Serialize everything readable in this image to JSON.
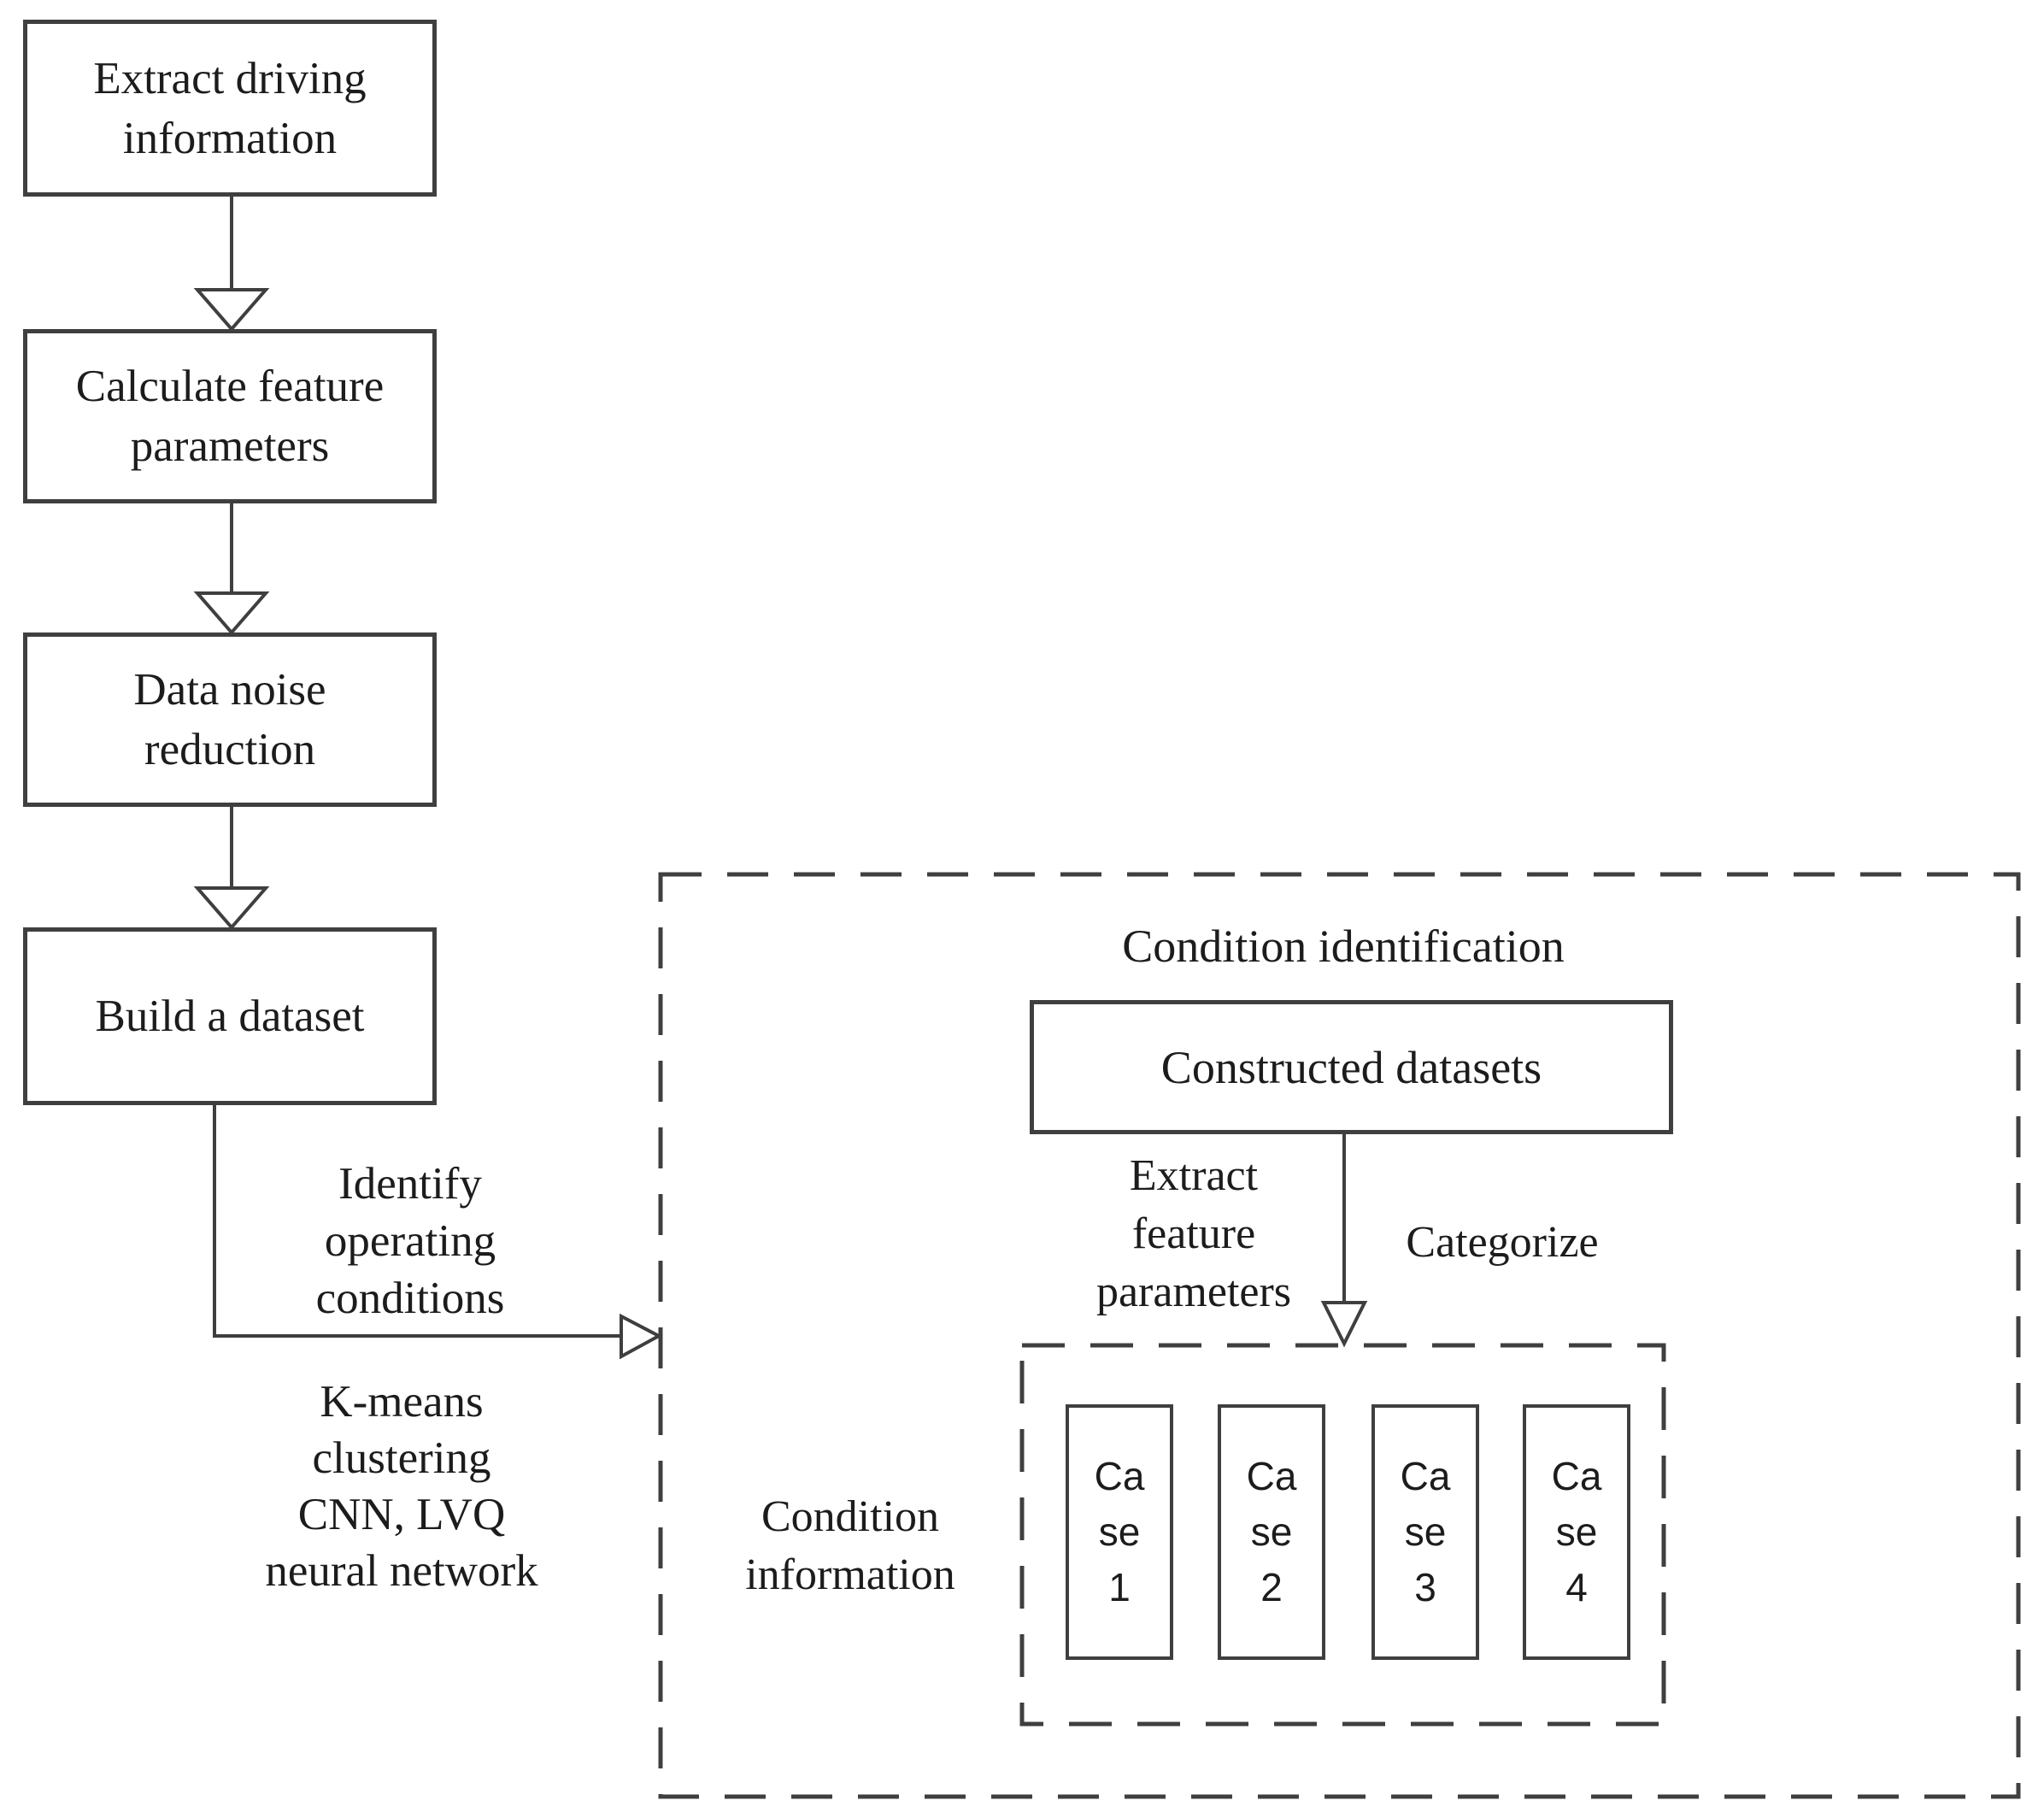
{
  "diagram": {
    "pipeline": [
      {
        "label": "Extract driving\ninformation"
      },
      {
        "label": "Calculate feature\nparameters"
      },
      {
        "label": "Data noise\nreduction"
      },
      {
        "label": "Build a dataset"
      }
    ],
    "connector": {
      "method_label": "Identify\noperating\nconditions",
      "algorithm_label": "K-means\nclustering\nCNN, LVQ\nneural network"
    },
    "condition_identification": {
      "title": "Condition identification",
      "datasets_box_label": "Constructed datasets",
      "extract_label": "Extract\nfeature\nparameters",
      "categorize_label": "Categorize",
      "info_label": "Condition\ninformation",
      "cases": [
        {
          "label": "Ca\nse\n1"
        },
        {
          "label": "Ca\nse\n2"
        },
        {
          "label": "Ca\nse\n3"
        },
        {
          "label": "Ca\nse\n4"
        }
      ]
    },
    "colors": {
      "stroke": "#3f3f3f",
      "text": "#1c1c1c",
      "background": "#ffffff"
    }
  }
}
